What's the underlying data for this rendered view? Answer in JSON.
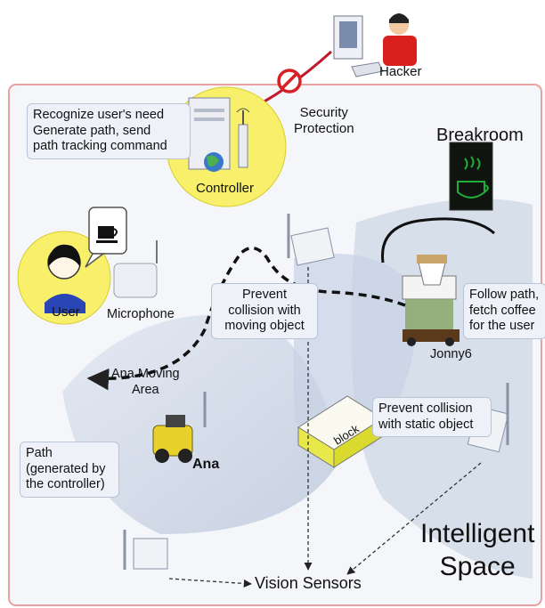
{
  "labels": {
    "hacker": "Hacker",
    "security_protection": [
      "Security",
      "Protection"
    ],
    "controller": "Controller",
    "controller_note": [
      "Recognize user's need",
      "Generate path, send",
      "path tracking command"
    ],
    "breakroom": "Breakroom",
    "user": "User",
    "microphone": "Microphone",
    "prevent_moving": [
      "Prevent",
      "collision with",
      "moving object"
    ],
    "follow_path": [
      "Follow path,",
      "fetch coffee",
      "for the user"
    ],
    "jonny6": "Jonny6",
    "ana_moving_area": [
      "Ana Moving",
      "Area"
    ],
    "ana": "Ana",
    "block": "block",
    "prevent_static": [
      "Prevent collision",
      "with static object"
    ],
    "path_note": [
      "Path",
      "(generated by",
      "the controller)"
    ],
    "intelligent_space": [
      "Intelligent",
      "Space"
    ],
    "vision_sensors": "Vision Sensors"
  },
  "colors": {
    "highlight_yellow": "#f8f06a",
    "room_border": "#e8a0a0",
    "zone_blue": "#c8d2e4",
    "breakroom_sign": "#1fae3a",
    "block_face": "#e8e84a"
  },
  "icons": [
    "hacker-icon",
    "computer-icon",
    "no-entry-icon",
    "server-icon",
    "globe-icon",
    "antenna-icon",
    "coffee-cup-icon",
    "user-icon",
    "speech-bubble-icon",
    "microphone-icon",
    "camera-icon",
    "robot-icon"
  ]
}
